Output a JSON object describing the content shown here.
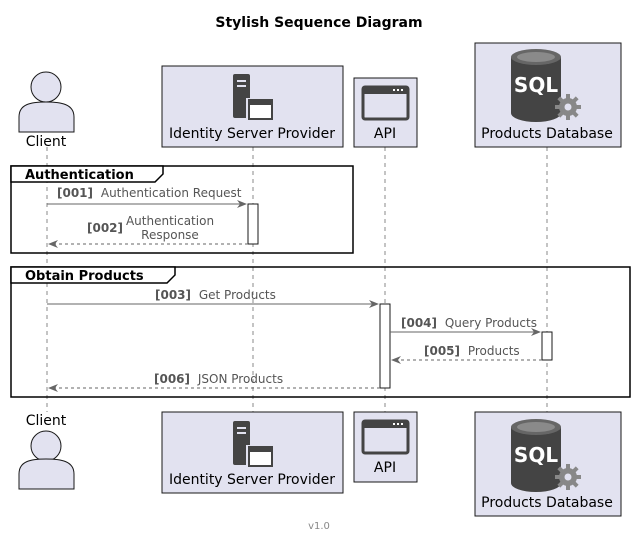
{
  "diagram": {
    "title": "Stylish Sequence Diagram",
    "footer": "v1.0",
    "participants": [
      {
        "label": "Client",
        "icon": "person-icon"
      },
      {
        "label": "Identity Server Provider",
        "icon": "server-icon"
      },
      {
        "label": "API",
        "icon": "browser-window-icon"
      },
      {
        "label": "Products Database",
        "icon": "sql-database-icon"
      }
    ],
    "groups": [
      {
        "label": "Authentication"
      },
      {
        "label": "Obtain Products"
      }
    ],
    "messages": [
      {
        "num": "[001]",
        "text": "Authentication Request"
      },
      {
        "num": "[002]",
        "text_line1": "Authentication",
        "text_line2": "Response"
      },
      {
        "num": "[003]",
        "text": "Get Products"
      },
      {
        "num": "[004]",
        "text": "Query Products"
      },
      {
        "num": "[005]",
        "text": "Products"
      },
      {
        "num": "[006]",
        "text": "JSON Products"
      }
    ],
    "icon_text": {
      "sql": "SQL"
    },
    "colors": {
      "participant_fill": "#e2e2f0",
      "participant_border": "#181818",
      "icon_dark": "#444444",
      "icon_gray": "#888888",
      "arrow": "#666666"
    }
  }
}
